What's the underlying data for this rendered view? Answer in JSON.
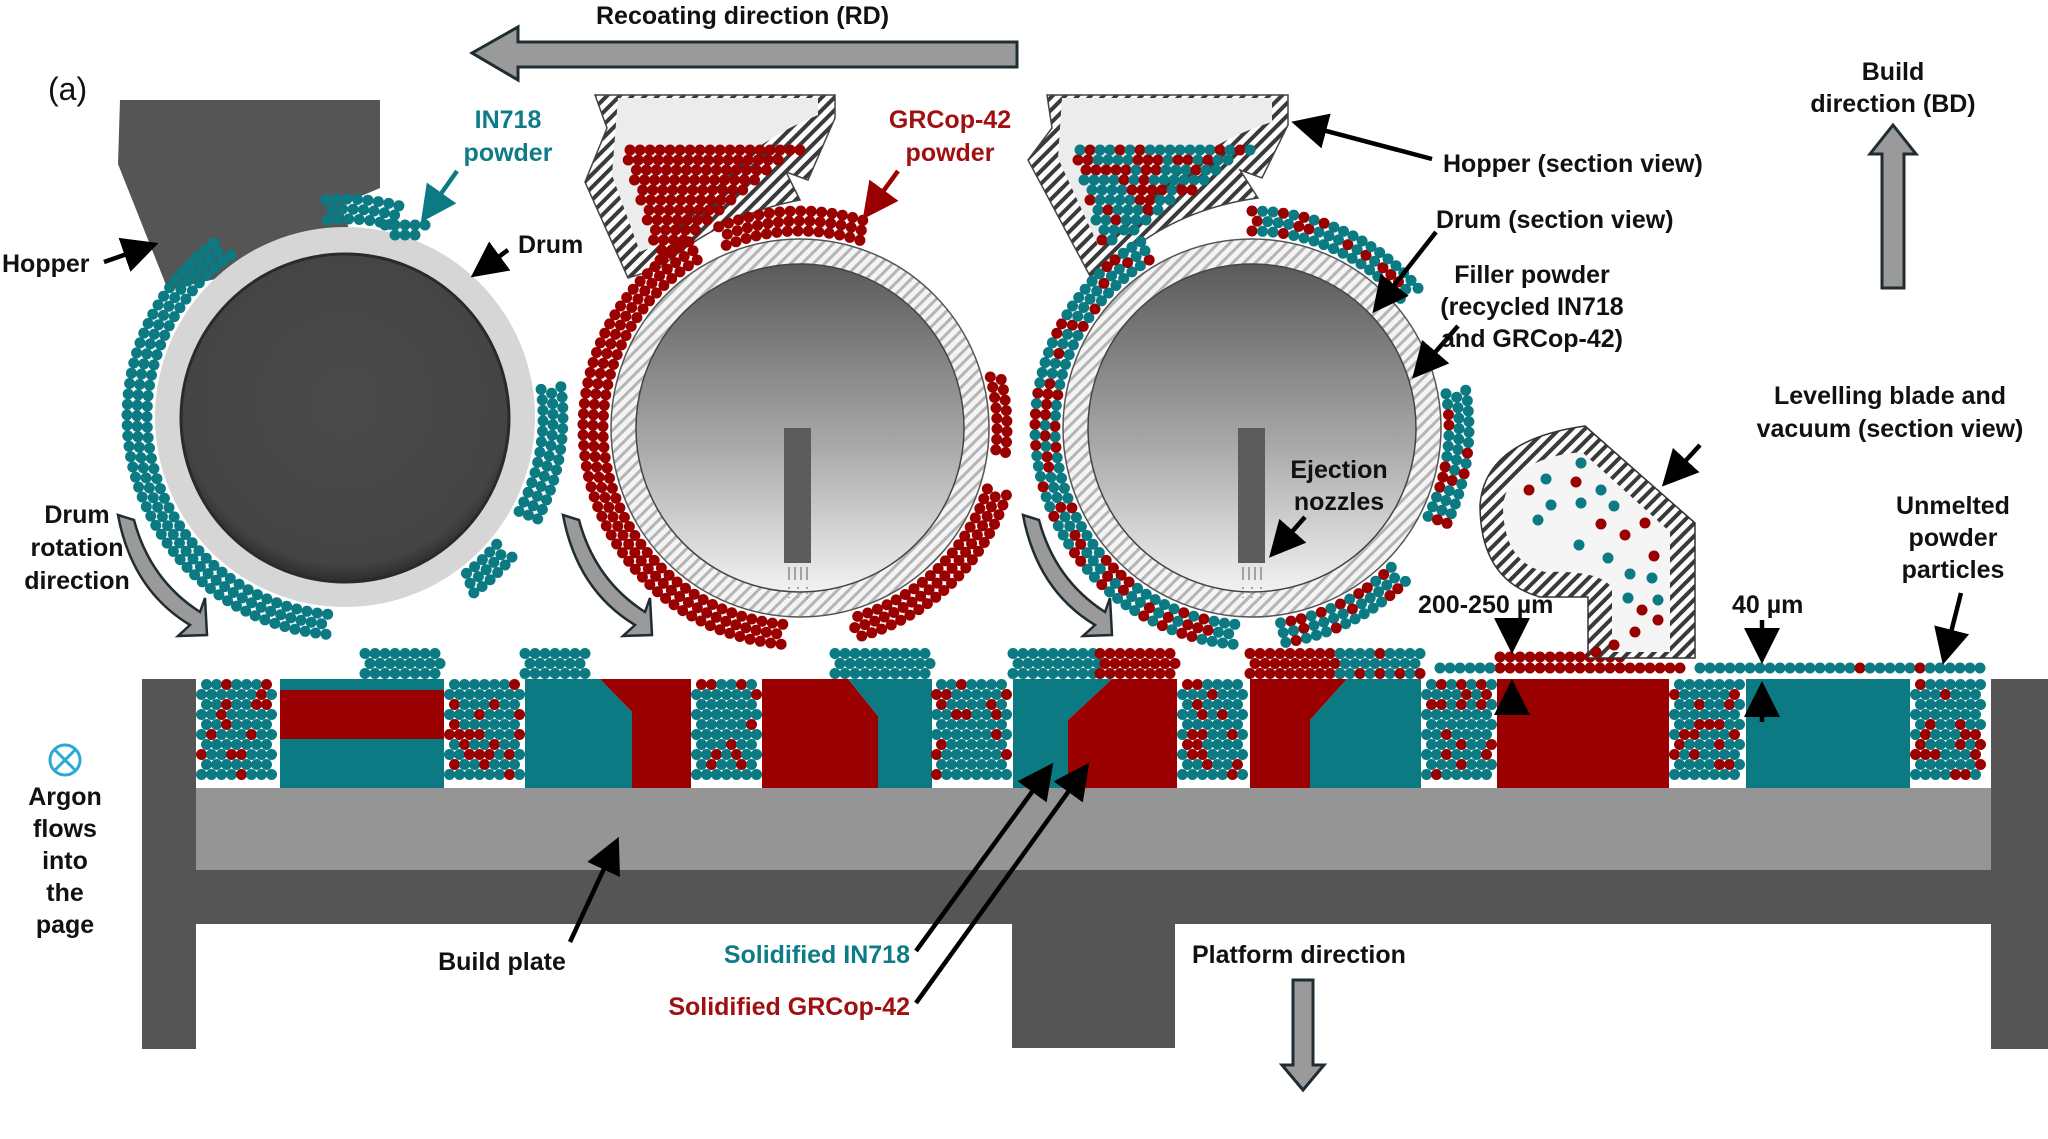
{
  "figure": {
    "panel_label": "(a)",
    "colors": {
      "in718": "#0b7a82",
      "grcop42": "#9a0000",
      "arrow_fill": "#9a9a9a",
      "arrow_stroke": "#1f2d33",
      "machine_dark": "#555555",
      "build_plate": "#959595",
      "drum_ring_light": "#d4d4d4",
      "argon_symbol": "#29a9d6"
    },
    "labels": {
      "recoating_direction": "Recoating direction (RD)",
      "build_direction_line1": "Build",
      "build_direction_line2": "direction (BD)",
      "in718_powder_line1": "IN718",
      "in718_powder_line2": "powder",
      "grcop_powder_line1": "GRCop-42",
      "grcop_powder_line2": "powder",
      "hopper": "Hopper",
      "drum": "Drum",
      "hopper_section": "Hopper (section view)",
      "drum_section": "Drum (section view)",
      "filler_line1": "Filler powder",
      "filler_line2": "(recycled IN718",
      "filler_line3": "and GRCop-42)",
      "levelling_line1": "Levelling blade and",
      "levelling_line2": "vacuum (section view)",
      "drum_rotation_line1": "Drum",
      "drum_rotation_line2": "rotation",
      "drum_rotation_line3": "direction",
      "ejection_line1": "Ejection",
      "ejection_line2": "nozzles",
      "thickness_deposit": "200-250 µm",
      "thickness_layer": "40 µm",
      "unmelted_line1": "Unmelted",
      "unmelted_line2": "powder",
      "unmelted_line3": "particles",
      "argon_line1": "Argon",
      "argon_line2": "flows",
      "argon_line3": "into",
      "argon_line4": "the",
      "argon_line5": "page",
      "build_plate": "Build plate",
      "solidified_in718": "Solidified IN718",
      "solidified_grcop": "Solidified GRCop-42",
      "platform_direction": "Platform direction"
    },
    "build_layer_sequence": [
      "mixed-powder",
      "GRCop-42 over IN718",
      "mixed-powder",
      "IN718",
      "GRCop-42",
      "mixed-powder",
      "GRCop-42",
      "IN718",
      "mixed-powder",
      "IN718",
      "mixed-powder",
      "IN718",
      "GRCop-42",
      "mixed-powder",
      "GRCop-42",
      "IN718",
      "mixed-powder",
      "GRCop-42",
      "mixed-powder",
      "IN718",
      "mixed-powder"
    ]
  }
}
